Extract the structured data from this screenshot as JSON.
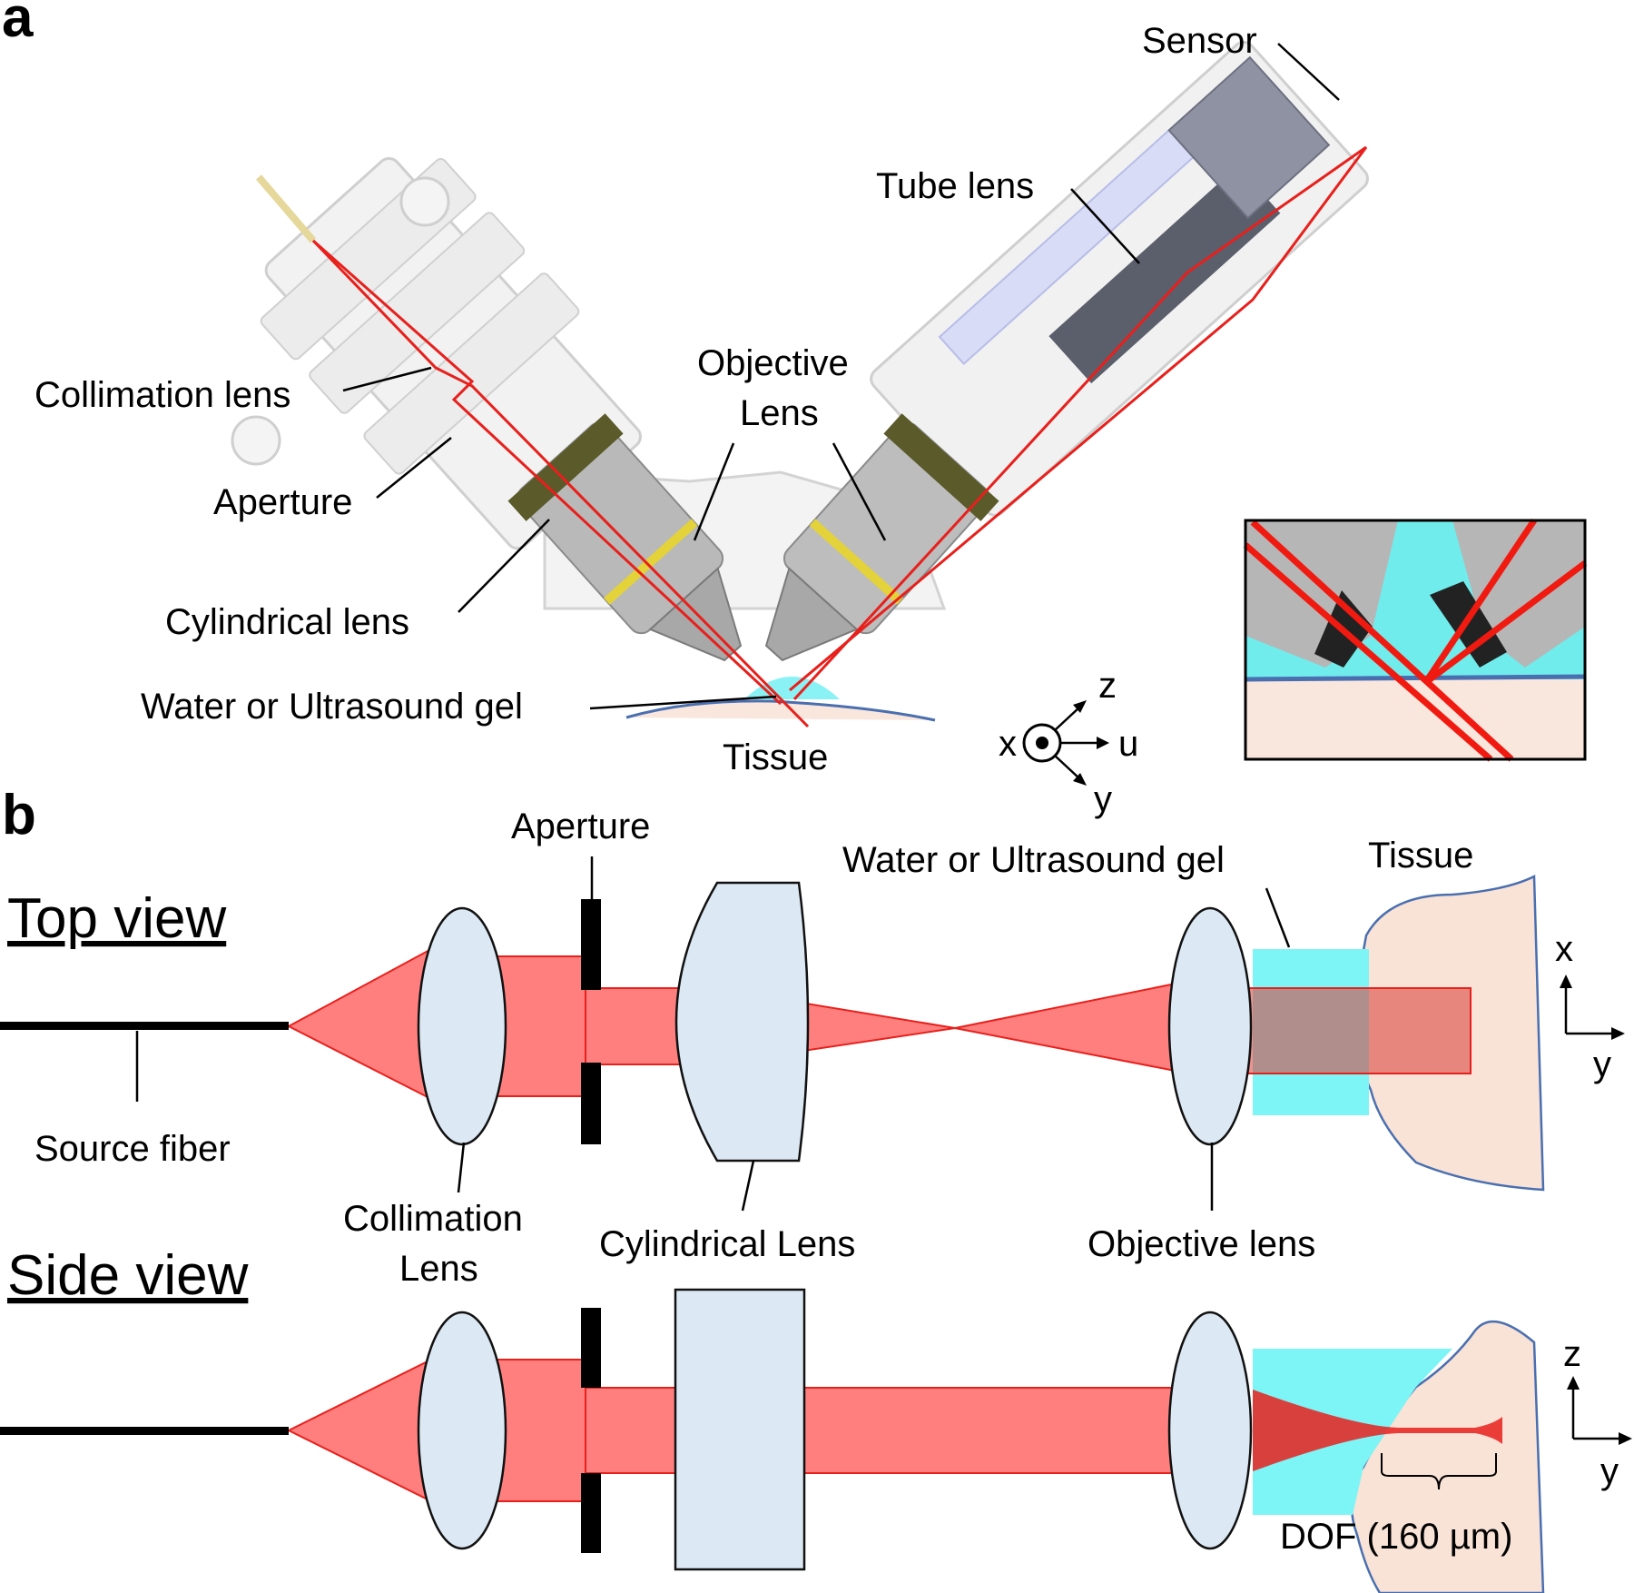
{
  "panels": {
    "a": "a",
    "b": "b"
  },
  "panel_a": {
    "labels": {
      "sensor": "Sensor",
      "tube_lens": "Tube lens",
      "objective_lens_line1": "Objective",
      "objective_lens_line2": "Lens",
      "collimation_lens": "Collimation  lens",
      "aperture": "Aperture",
      "cylindrical_lens": "Cylindrical lens",
      "medium": "Water or Ultrasound gel",
      "tissue": "Tissue"
    },
    "axes": {
      "x": "x",
      "z": "z",
      "u": "u",
      "y": "y"
    }
  },
  "panel_b": {
    "top_view": {
      "title": "Top view",
      "labels": {
        "aperture": "Aperture",
        "medium": "Water or Ultrasound  gel",
        "tissue": "Tissue",
        "source_fiber": "Source fiber",
        "collimation_line1": "Collimation",
        "collimation_line2": "Lens",
        "cylindrical_lens": "Cylindrical Lens",
        "objective_lens": "Objective lens"
      },
      "axes": {
        "vertical": "x",
        "horizontal": "y"
      }
    },
    "side_view": {
      "title": "Side view",
      "dof_label": "DOF (160 µm)",
      "axes": {
        "vertical": "z",
        "horizontal": "y"
      }
    }
  },
  "colors": {
    "beam": "#ff7f7f",
    "beam_edge": "#e8201c",
    "lens": "#dce8f4",
    "medium": "#7df4f6",
    "tissue": "#f9e2d6",
    "tissue_edge": "#4a6fb0"
  }
}
